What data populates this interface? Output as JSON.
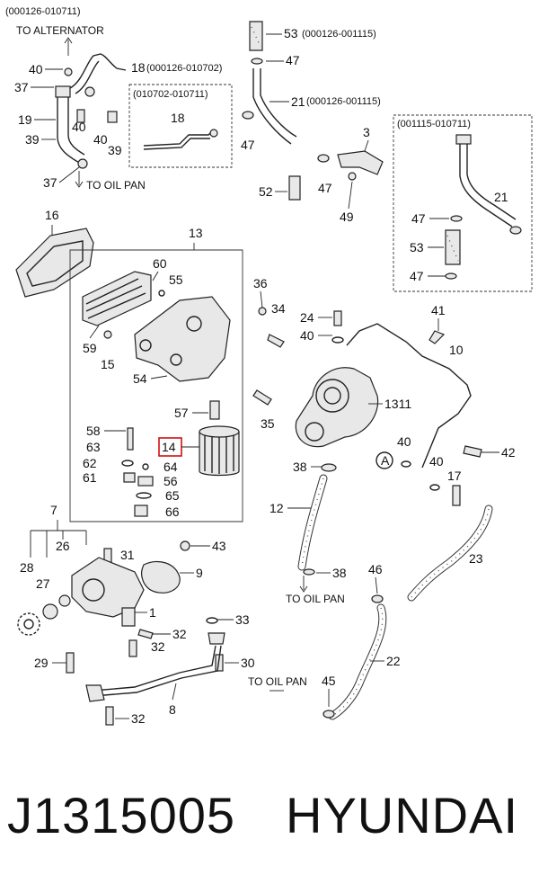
{
  "notes": {
    "top_code": "(000126-010711)",
    "to_alternator": "TO ALTERNATOR",
    "to_oil_pan": "TO OIL PAN",
    "code_53": "(000126-001115)",
    "code_18": "(000126-010702)",
    "box_010702": "(010702-010711)",
    "code_21": "(000126-001115)",
    "box_001115": "(001115-010711)"
  },
  "labels": {
    "p40a": "40",
    "p37a": "37",
    "p18a": "18",
    "p19": "19",
    "p39a": "39",
    "p40b": "40",
    "p40c": "40",
    "p39b": "39",
    "p37b": "37",
    "p18b": "18",
    "p53a": "53",
    "p47a": "47",
    "p21a": "21",
    "p47b": "47",
    "p3": "3",
    "p52": "52",
    "p47c": "47",
    "p49": "49",
    "p21b": "21",
    "p47d": "47",
    "p53b": "53",
    "p47e": "47",
    "p16": "16",
    "p13": "13",
    "p60": "60",
    "p55": "55",
    "p59": "59",
    "p15": "15",
    "p54": "54",
    "p57": "57",
    "p58": "58",
    "p63": "63",
    "p14": "14",
    "p62": "62",
    "p64": "64",
    "p61": "61",
    "p56": "56",
    "p65": "65",
    "p66": "66",
    "p36": "36",
    "p34": "34",
    "p35": "35",
    "p24": "24",
    "p40d": "40",
    "p41": "41",
    "p10": "10",
    "p1311": "1311",
    "p40e": "40",
    "p42": "42",
    "pA": "A",
    "p40f": "40",
    "p17": "17",
    "p38a": "38",
    "p12": "12",
    "p38b": "38",
    "p23": "23",
    "p46": "46",
    "p22": "22",
    "p45": "45",
    "p7": "7",
    "p26": "26",
    "p31": "31",
    "p43": "43",
    "p28": "28",
    "p27": "27",
    "p9": "9",
    "p1": "1",
    "p33": "33",
    "p32a": "32",
    "p32b": "32",
    "p29": "29",
    "p30": "30",
    "p8": "8",
    "p32c": "32"
  },
  "footer": {
    "part_code": "J1315005",
    "brand": "HYUNDAI"
  }
}
